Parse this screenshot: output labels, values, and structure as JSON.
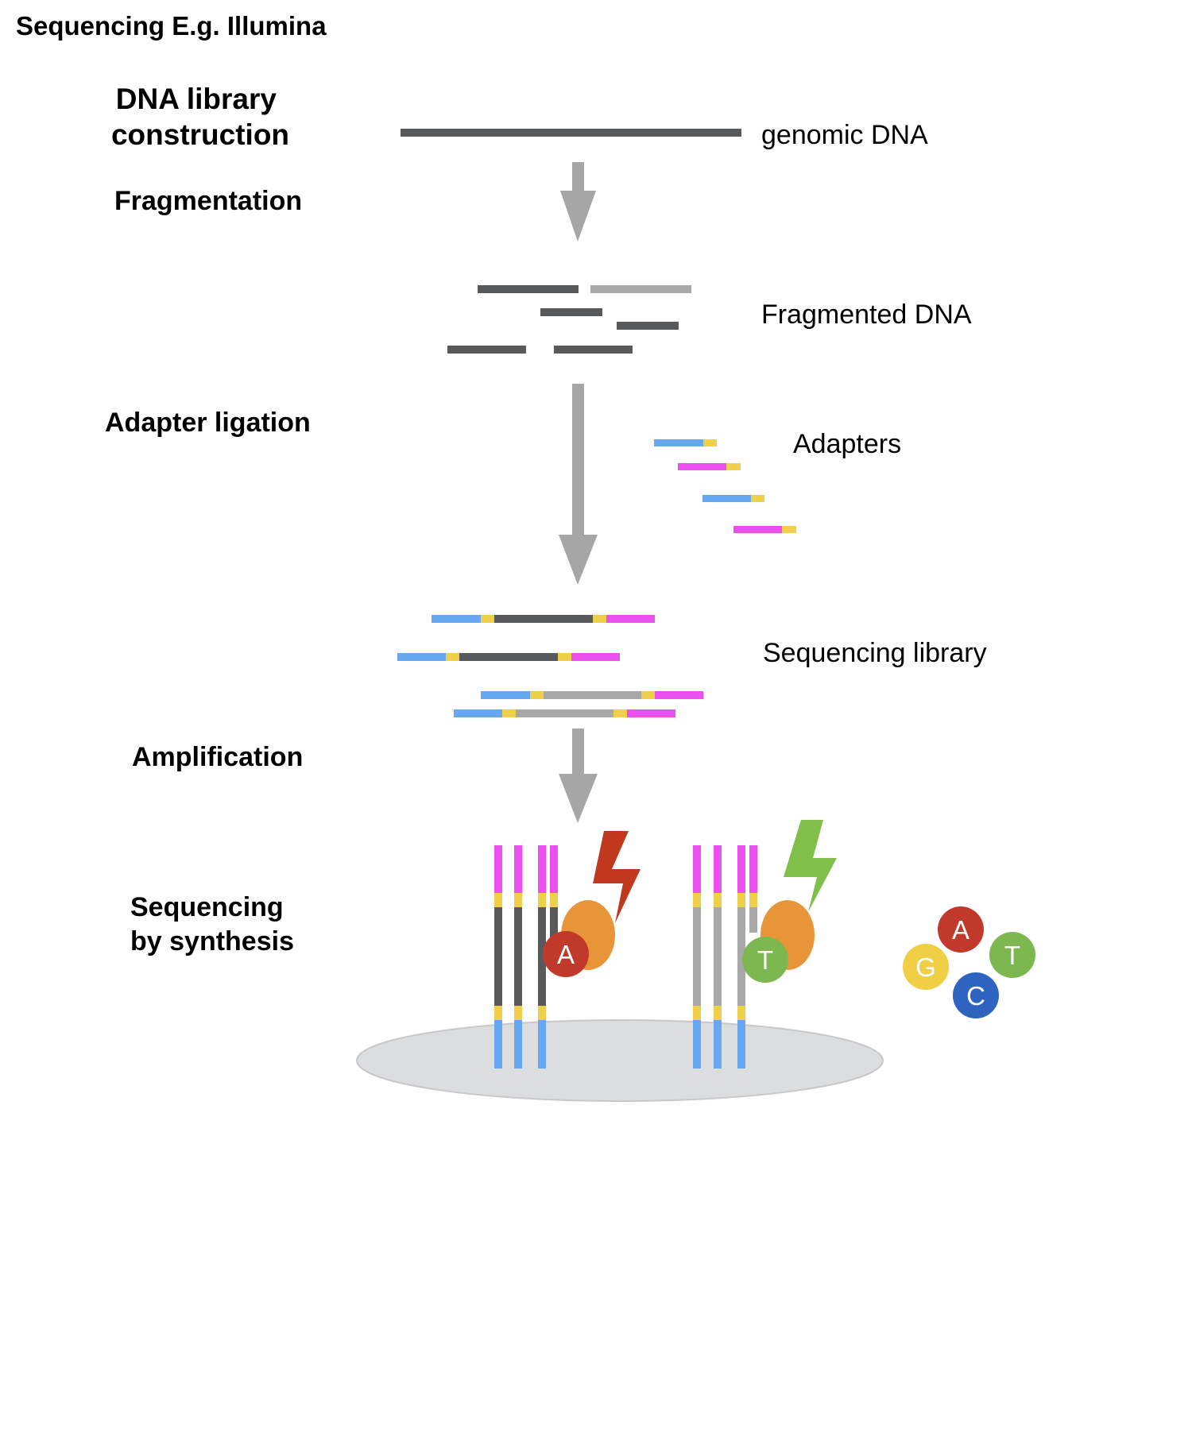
{
  "title": "Sequencing E.g. Illumina",
  "steps": {
    "library_construction": [
      "DNA library",
      "construction"
    ],
    "fragmentation": "Fragmentation",
    "adapter_ligation": "Adapter ligation",
    "amplification": "Amplification",
    "sequencing_by_synthesis": [
      "Sequencing",
      "by synthesis"
    ]
  },
  "annotations": {
    "genomic_dna": "genomic DNA",
    "fragmented_dna": "Fragmented DNA",
    "adapters": "Adapters",
    "sequencing_library": "Sequencing library"
  },
  "incorporated_bases": {
    "left_cluster": "A",
    "right_cluster": "T"
  },
  "free_nucleotides": [
    {
      "letter": "A",
      "color": "#c0392b"
    },
    {
      "letter": "T",
      "color": "#7cb84f"
    },
    {
      "letter": "G",
      "color": "#f1cf45"
    },
    {
      "letter": "C",
      "color": "#2e64c0"
    }
  ],
  "colors": {
    "dna_dark": "#58595b",
    "dna_light": "#a8a8a8",
    "arrow": "#a6a6a6",
    "adapter_blue": "#66a8f2",
    "adapter_magenta": "#ec4ff0",
    "adapter_yellow": "#f0d04a",
    "polymerase": "#e8953a",
    "flash_red": "#c0391f",
    "flash_green": "#7fbf4a",
    "flowcell": "#dcdddf"
  }
}
